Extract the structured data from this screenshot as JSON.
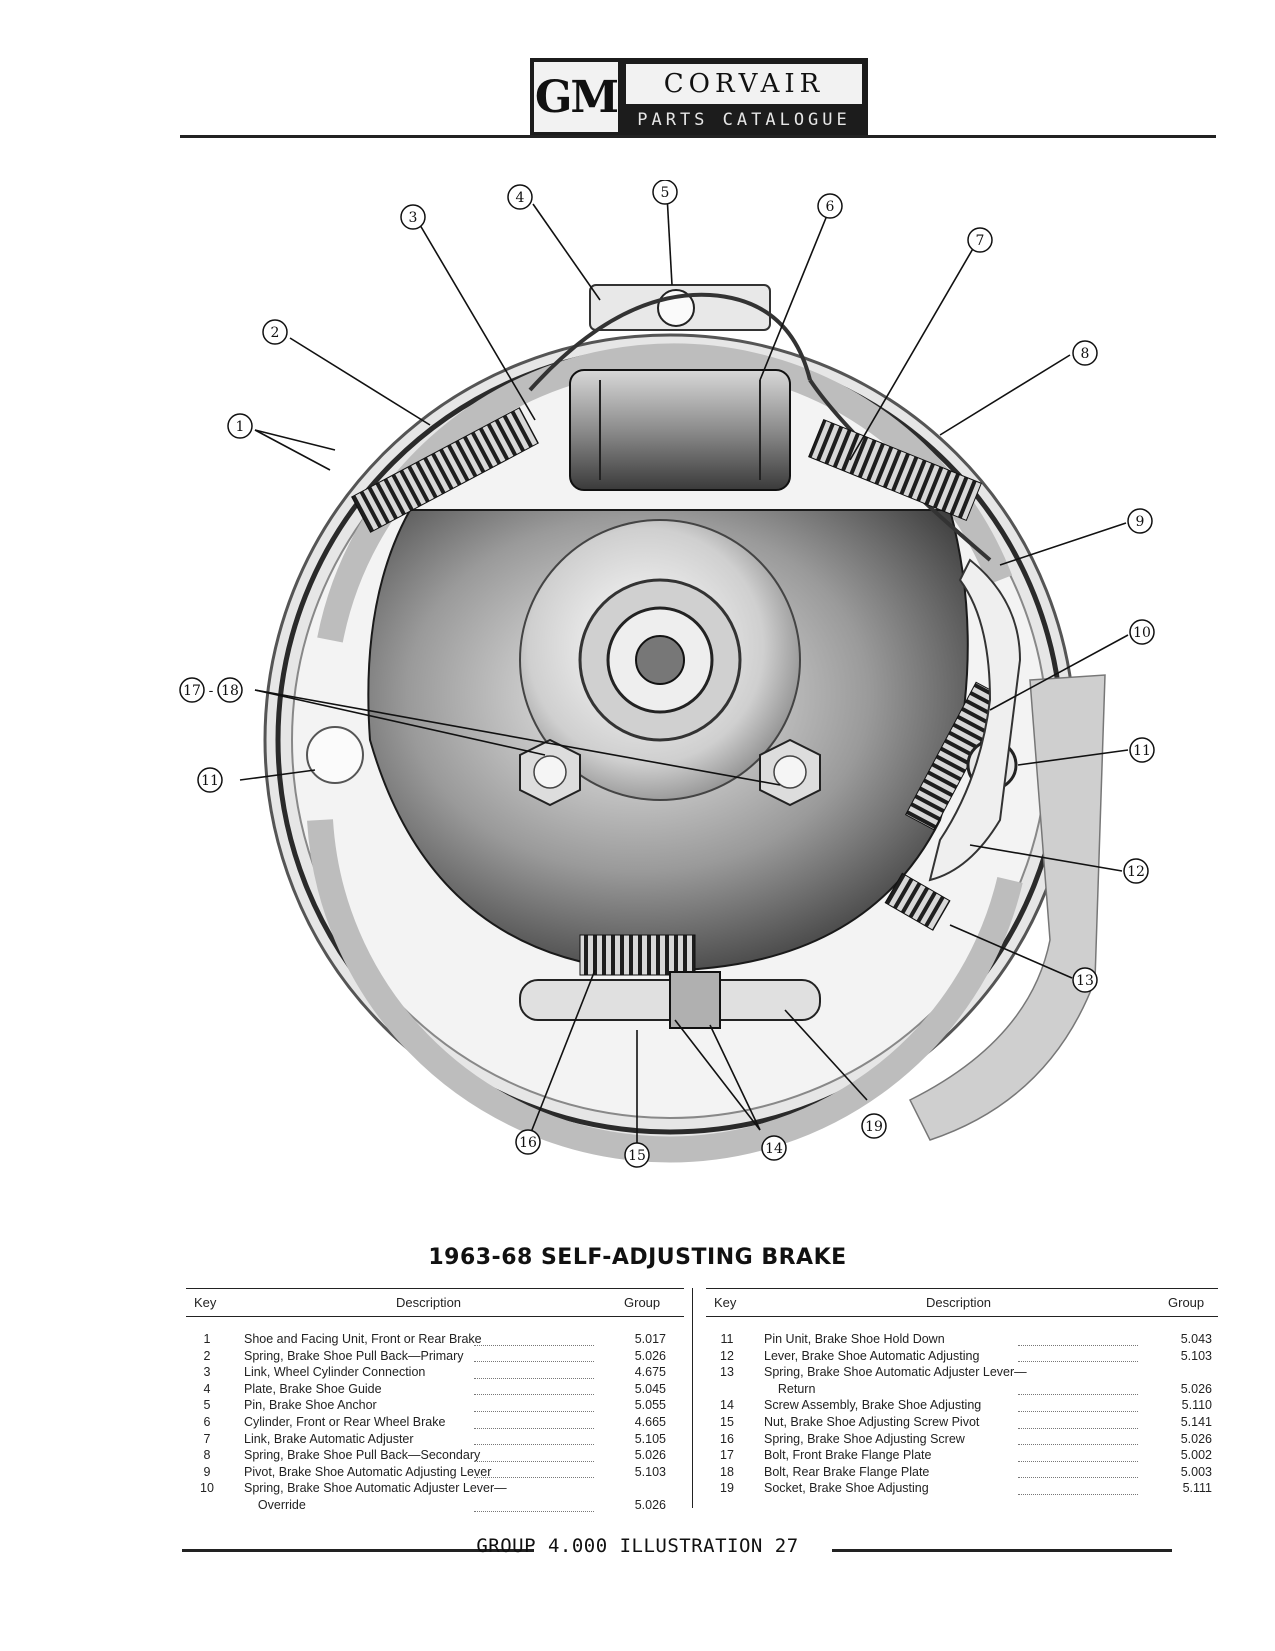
{
  "header": {
    "logo_text": "GM",
    "brand": "CORVAIR",
    "subtitle": "PARTS CATALOGUE"
  },
  "illustration": {
    "callouts": [
      "1",
      "2",
      "3",
      "4",
      "5",
      "6",
      "7",
      "8",
      "9",
      "10",
      "11",
      "11",
      "12",
      "13",
      "14",
      "15",
      "16",
      "17",
      "18",
      "19"
    ]
  },
  "caption": "1963-68 SELF-ADJUSTING BRAKE",
  "table": {
    "col_key": "Key",
    "col_desc": "Description",
    "col_group": "Group",
    "left_rows": [
      {
        "key": "1",
        "desc": "Shoe and Facing Unit, Front or Rear Brake",
        "group": "5.017"
      },
      {
        "key": "2",
        "desc": "Spring, Brake Shoe Pull Back—Primary",
        "group": "5.026"
      },
      {
        "key": "3",
        "desc": "Link, Wheel Cylinder Connection",
        "group": "4.675"
      },
      {
        "key": "4",
        "desc": "Plate, Brake Shoe Guide",
        "group": "5.045"
      },
      {
        "key": "5",
        "desc": "Pin, Brake Shoe Anchor",
        "group": "5.055"
      },
      {
        "key": "6",
        "desc": "Cylinder, Front or Rear Wheel Brake",
        "group": "4.665"
      },
      {
        "key": "7",
        "desc": "Link, Brake Automatic Adjuster",
        "group": "5.105"
      },
      {
        "key": "8",
        "desc": "Spring, Brake Shoe Pull Back—Secondary",
        "group": "5.026"
      },
      {
        "key": "9",
        "desc": "Pivot, Brake Shoe Automatic Adjusting Lever",
        "group": "5.103"
      },
      {
        "key": "10",
        "desc": "Spring, Brake Shoe Automatic Adjuster Lever—",
        "group": ""
      },
      {
        "key": "",
        "desc": "    Override",
        "group": "5.026"
      }
    ],
    "right_rows": [
      {
        "key": "11",
        "desc": "Pin Unit, Brake Shoe Hold Down",
        "group": "5.043"
      },
      {
        "key": "12",
        "desc": "Lever, Brake Shoe Automatic Adjusting",
        "group": "5.103"
      },
      {
        "key": "13",
        "desc": "Spring, Brake Shoe Automatic Adjuster Lever—",
        "group": ""
      },
      {
        "key": "",
        "desc": "    Return",
        "group": "5.026"
      },
      {
        "key": "14",
        "desc": "Screw Assembly, Brake Shoe Adjusting",
        "group": "5.110"
      },
      {
        "key": "15",
        "desc": "Nut, Brake Shoe Adjusting Screw Pivot",
        "group": "5.141"
      },
      {
        "key": "16",
        "desc": "Spring, Brake Shoe Adjusting Screw",
        "group": "5.026"
      },
      {
        "key": "17",
        "desc": "Bolt, Front Brake Flange Plate",
        "group": "5.002"
      },
      {
        "key": "18",
        "desc": "Bolt, Rear Brake Flange Plate",
        "group": "5.003"
      },
      {
        "key": "19",
        "desc": "Socket, Brake Shoe Adjusting",
        "group": "5.111"
      }
    ]
  },
  "footer": "GROUP 4.000 ILLUSTRATION 27"
}
